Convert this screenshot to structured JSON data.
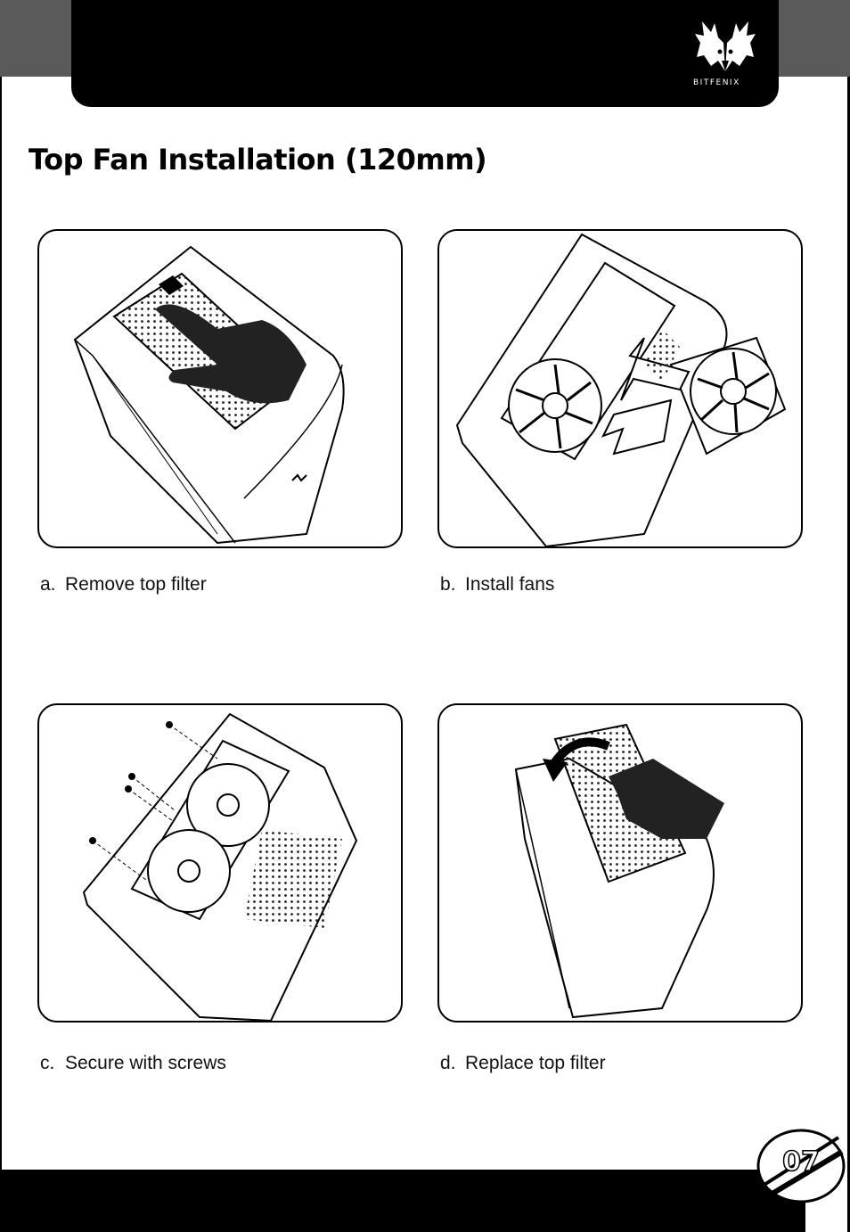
{
  "header": {
    "brand_text": "BITFENIX"
  },
  "title": "Top Fan Installation (120mm)",
  "steps": [
    {
      "letter": "a.",
      "label": "Remove top filter"
    },
    {
      "letter": "b.",
      "label": "Install fans"
    },
    {
      "letter": "c.",
      "label": "Secure with screws"
    },
    {
      "letter": "d.",
      "label": "Replace top filter"
    }
  ],
  "footer": {
    "page_number": "07"
  },
  "colors": {
    "header_bar": "#000000",
    "side_tab": "#5a5a5a",
    "text": "#111111"
  }
}
